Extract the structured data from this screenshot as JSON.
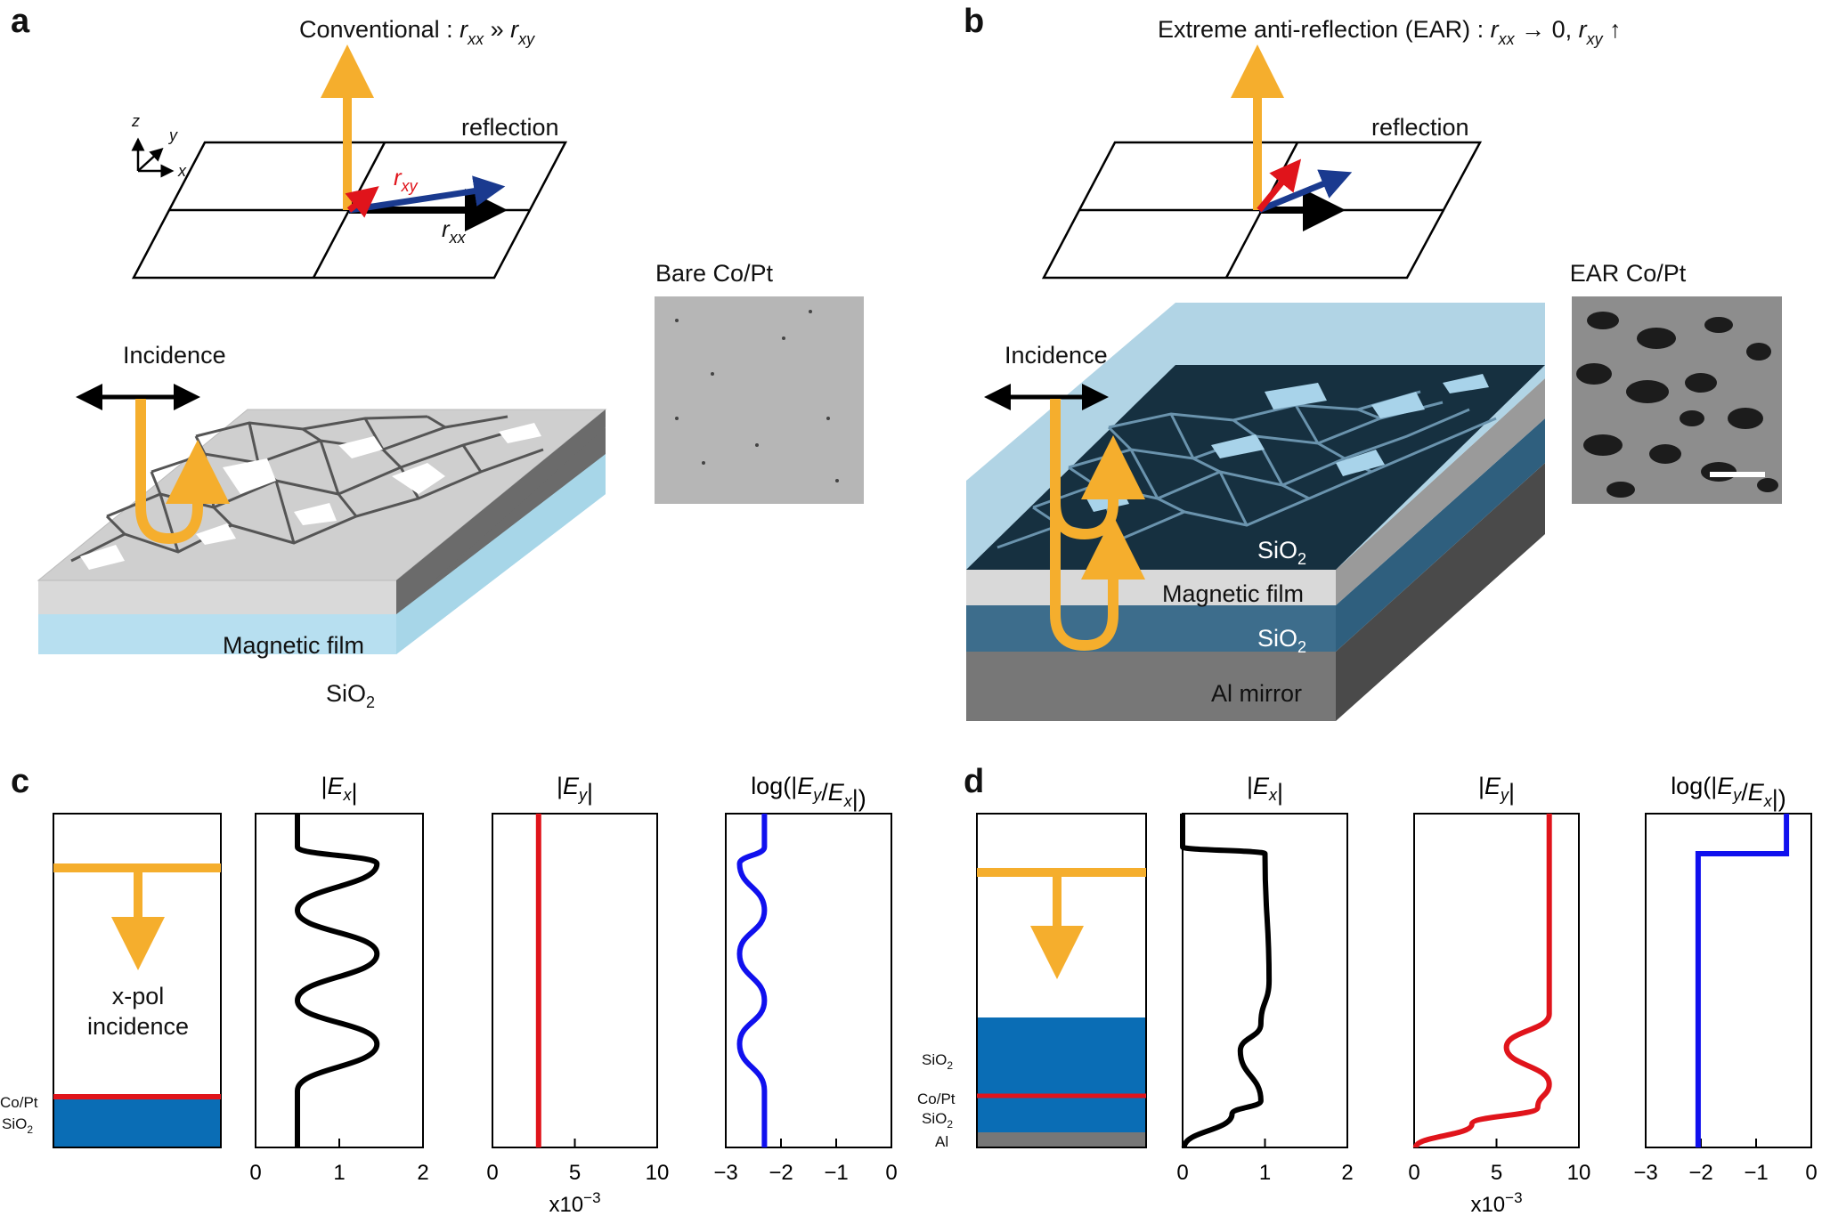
{
  "panel_a": {
    "label": "a",
    "title_main": "Conventional : ",
    "title_rel": " » ",
    "vec_r": "r",
    "sub_xx": "xx",
    "sub_xy": "xy",
    "reflection": "reflection",
    "axis_x": "x",
    "axis_y": "y",
    "axis_z": "z",
    "incidence": "Incidence",
    "layer_film": "Magnetic film",
    "layer_sio2_base": "SiO",
    "layer_sio2_sub": "2",
    "photo_title": "Bare Co/Pt"
  },
  "panel_b": {
    "label": "b",
    "title_main": "Extreme anti-reflection (EAR) : ",
    "title_arrow": " → 0, ",
    "title_up": " ↑",
    "reflection": "reflection",
    "incidence": "Incidence",
    "layer_sio2_top_base": "SiO",
    "layer_film": "Magnetic film",
    "layer_sio2_base": "SiO",
    "layer_sub": "2",
    "layer_mirror": "Al mirror",
    "photo_title": "EAR Co/Pt"
  },
  "panel_c": {
    "label": "c",
    "pol_line1": "x-pol",
    "pol_line2": "incidence",
    "layer_copt": "Co/Pt",
    "layer_sio2_base": "SiO",
    "layer_sub": "2"
  },
  "panel_d": {
    "label": "d",
    "layer_sio2_base": "SiO",
    "layer_copt": "Co/Pt",
    "layer_sio2b_base": "SiO",
    "layer_al": "Al",
    "layer_sub": "2"
  },
  "colors": {
    "orange": "#f5ae2d",
    "red": "#e0141b",
    "navy": "#1a3a8f",
    "blue_line": "#1010ee",
    "layer_blue": "#0a6db5",
    "layer_grey": "#777777",
    "sio2_light": "#b7dff0"
  },
  "chart_data": [
    {
      "panel": "c",
      "type": "line",
      "title": "|Ex|",
      "xticks": [
        "0",
        "1",
        "2"
      ],
      "xlim": [
        0,
        2
      ],
      "series": [
        {
          "x": [
            0.5,
            0.5,
            1.45,
            0.5,
            1.45,
            0.5,
            1.45,
            0.5,
            0.5
          ],
          "y_rel": [
            0,
            0.1,
            0.15,
            0.29,
            0.42,
            0.56,
            0.69,
            0.83,
            1.0
          ]
        }
      ]
    },
    {
      "panel": "c",
      "type": "line",
      "title": "|Ey|",
      "xticks": [
        "0",
        "5",
        "10"
      ],
      "xlabel_base": "x10",
      "xlabel_exp": "−3",
      "xlim": [
        0,
        10
      ],
      "series": [
        {
          "x": [
            2.8,
            2.8
          ],
          "y_rel": [
            0,
            1.0
          ]
        }
      ]
    },
    {
      "panel": "c",
      "type": "line",
      "title": "log(|Ey/Ex|)",
      "xticks": [
        "−3",
        "−2",
        "−1",
        "0"
      ],
      "xlim": [
        -3,
        0
      ],
      "series": [
        {
          "x": [
            -2.3,
            -2.3,
            -2.75,
            -2.3,
            -2.75,
            -2.3,
            -2.75,
            -2.3,
            -2.3
          ],
          "y_rel": [
            0,
            0.1,
            0.15,
            0.29,
            0.42,
            0.56,
            0.69,
            0.83,
            1.0
          ]
        }
      ]
    },
    {
      "panel": "d",
      "type": "line",
      "title": "|Ex|",
      "xticks": [
        "0",
        "1",
        "2"
      ],
      "xlim": [
        0,
        2
      ],
      "series": [
        {
          "x": [
            0,
            0,
            1.0,
            1.05,
            0.95,
            0.7,
            0.95,
            0.6,
            0.02
          ],
          "y_rel": [
            0,
            0.1,
            0.12,
            0.5,
            0.63,
            0.71,
            0.86,
            0.9,
            1.0
          ]
        }
      ]
    },
    {
      "panel": "d",
      "type": "line",
      "title": "|Ey|",
      "xticks": [
        "0",
        "5",
        "10"
      ],
      "xlabel_base": "x10",
      "xlabel_exp": "−3",
      "xlim": [
        0,
        10
      ],
      "series": [
        {
          "x": [
            8.2,
            8.2,
            5.6,
            8.2,
            7.5,
            3.5,
            0.1
          ],
          "y_rel": [
            0,
            0.6,
            0.7,
            0.81,
            0.88,
            0.93,
            1.0
          ]
        }
      ]
    },
    {
      "panel": "d",
      "type": "line",
      "title": "log(|Ey/Ex|)",
      "xticks": [
        "−3",
        "−2",
        "−1",
        "0"
      ],
      "xlim": [
        -3,
        0
      ],
      "series": [
        {
          "x": [
            -0.45,
            -0.45,
            -2.05,
            -2.05,
            -2.05
          ],
          "y_rel": [
            0,
            0.12,
            0.12,
            0.6,
            1.0
          ]
        }
      ]
    }
  ]
}
